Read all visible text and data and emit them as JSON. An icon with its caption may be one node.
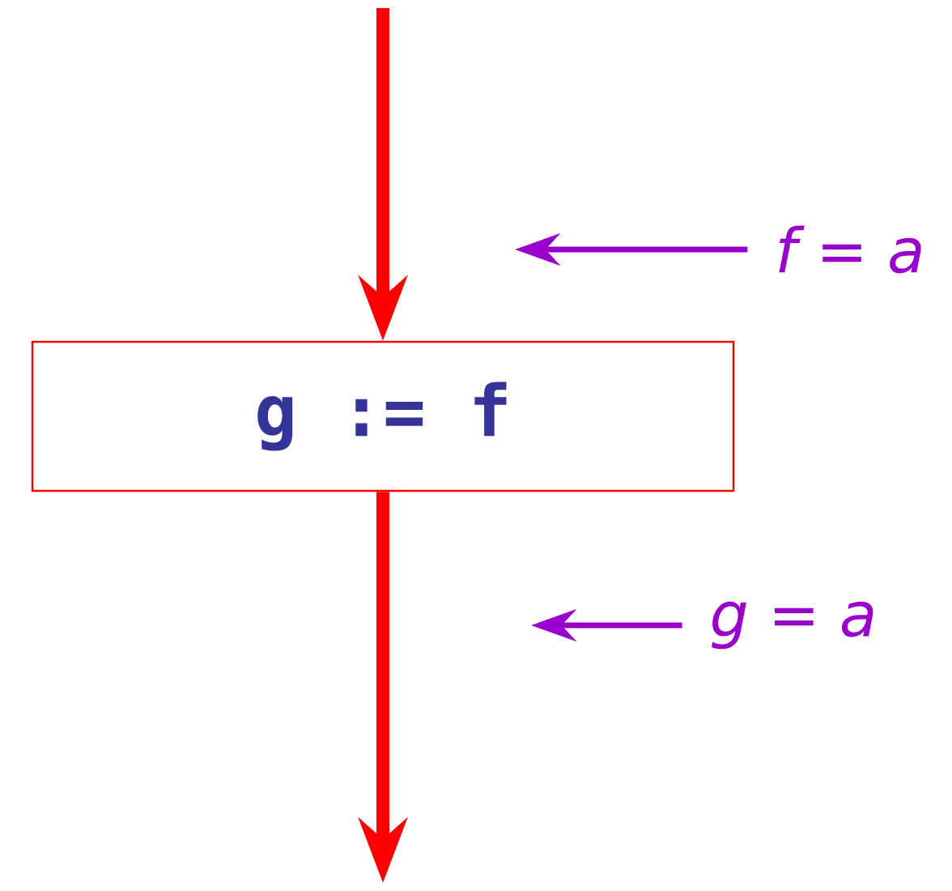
{
  "diagram": {
    "nodes": [
      {
        "text": [
          "g := f"
        ]
      },
      {
        "text": [
          "f = a"
        ]
      },
      {
        "text": [
          "g = a"
        ]
      }
    ],
    "edges": [
      {
        "from": null,
        "to": 0,
        "arrow": "to",
        "style": "thick",
        "color": "#ff0000"
      },
      {
        "from": 0,
        "to": null,
        "arrow": "to",
        "style": "thick",
        "color": "#ff0000"
      },
      {
        "from": 1,
        "to": null,
        "arrow": "to",
        "color": "#9900cc"
      },
      {
        "from": 2,
        "to": null,
        "arrow": "to",
        "color": "#9900cc"
      }
    ]
  }
}
